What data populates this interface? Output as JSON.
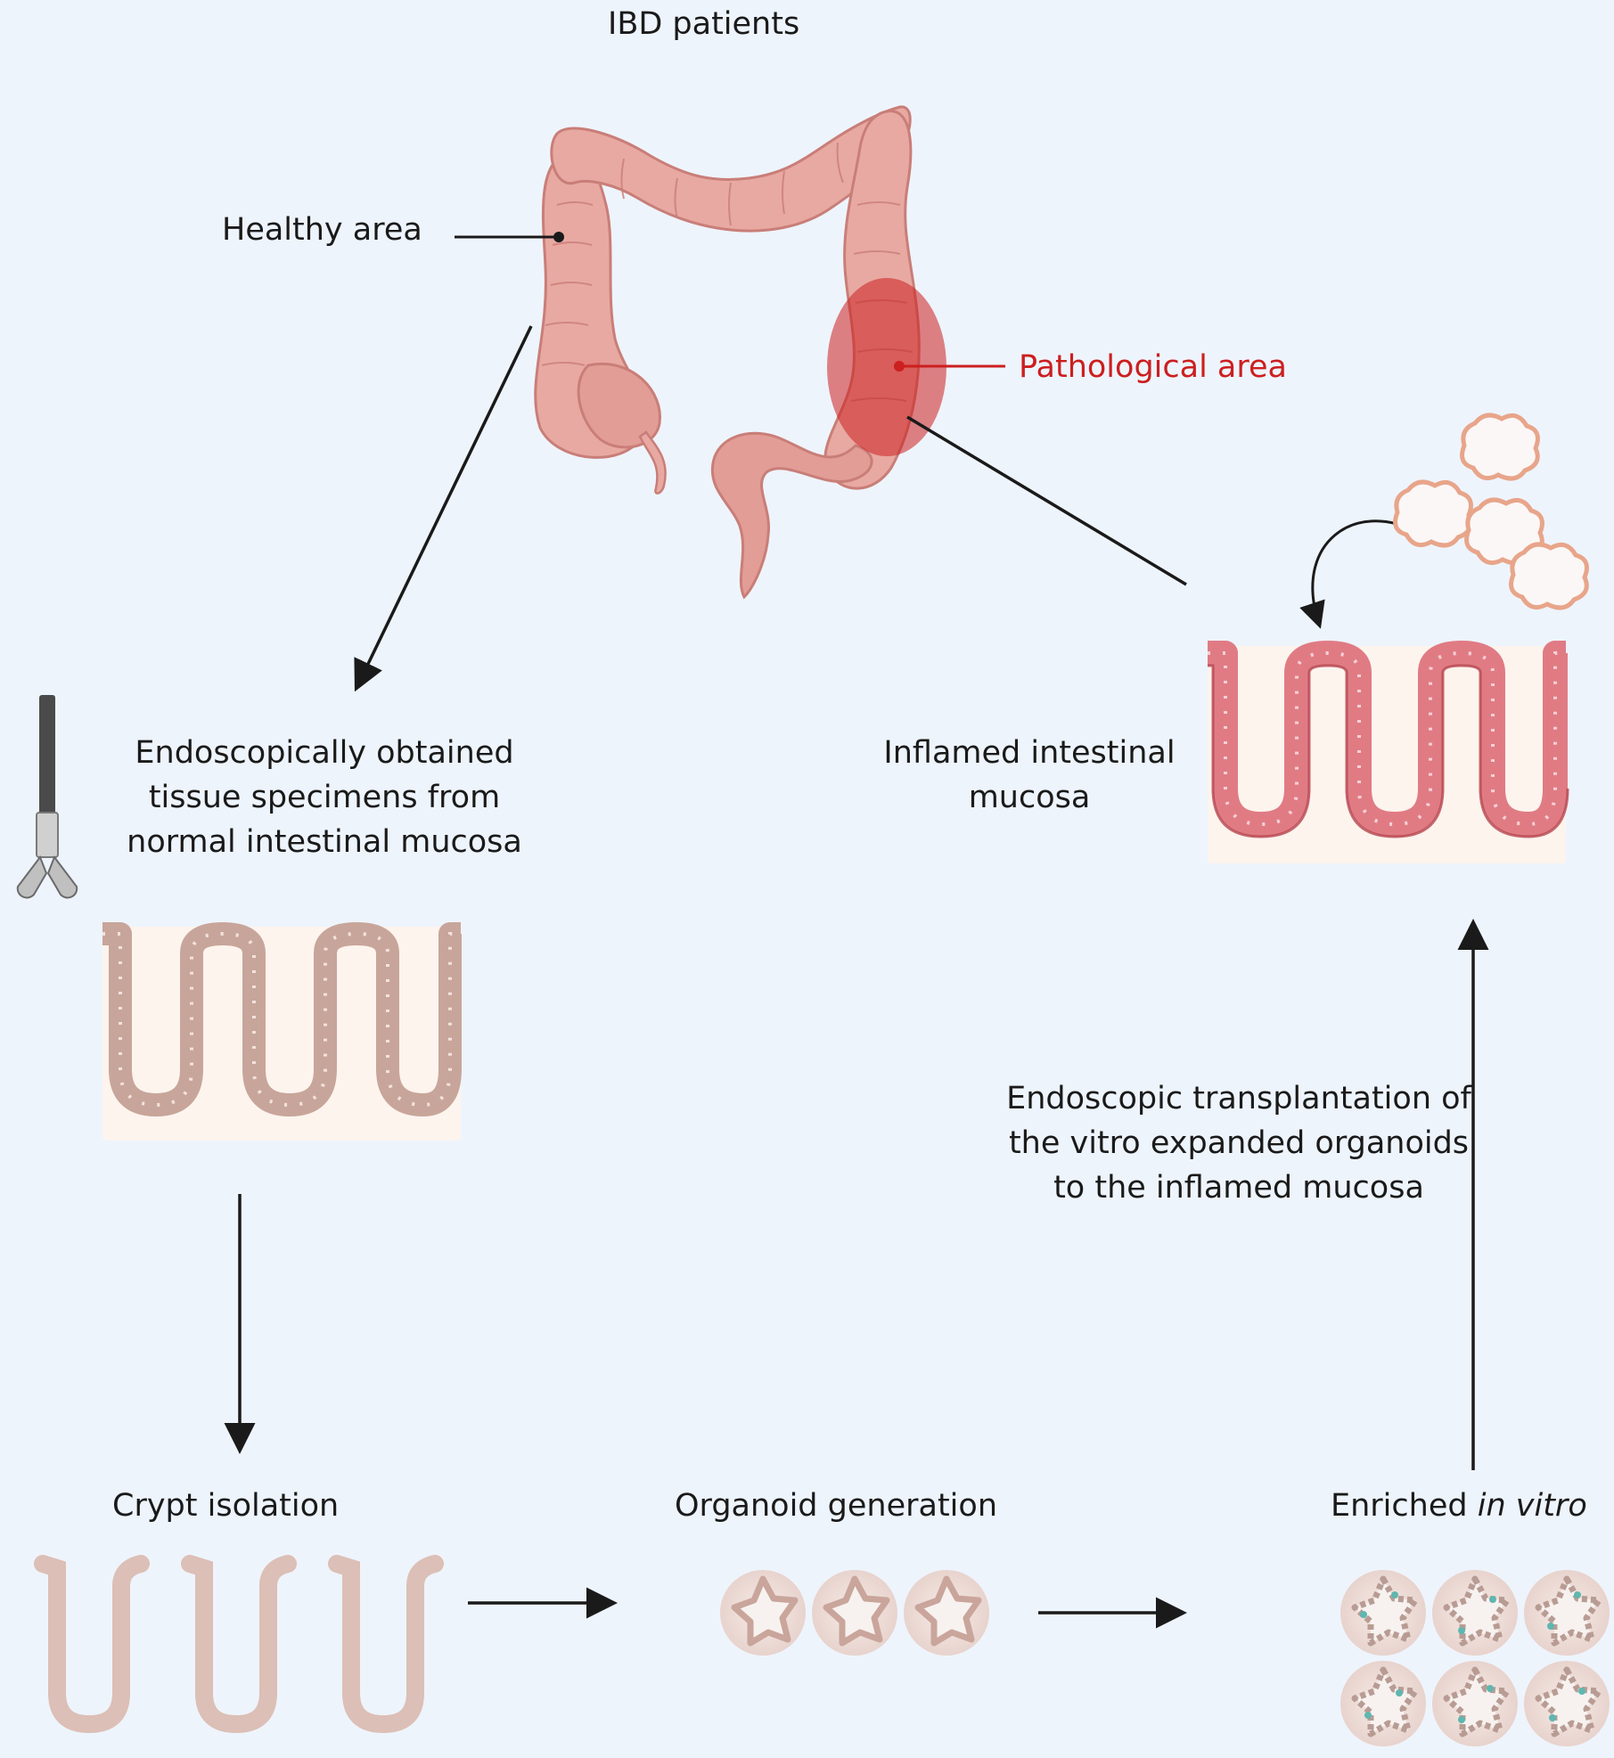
{
  "title": "IBD patients",
  "labels": {
    "healthy_area": "Healthy area",
    "pathological_area": "Pathological area",
    "specimens": [
      "Endoscopically obtained",
      "tissue specimens from",
      "normal intestinal mucosa"
    ],
    "inflamed": [
      "Inflamed intestinal",
      "mucosa"
    ],
    "transplantation": [
      "Endoscopic transplantation of",
      "the vitro expanded organoids",
      "to the inflamed mucosa"
    ],
    "crypt_isolation": "Crypt isolation",
    "organoid_generation": "Organoid generation",
    "enriched_prefix": "Enriched",
    "enriched_italic": "in vitro"
  },
  "colors": {
    "background": "#eef4fc",
    "colon": "#e8a9a2",
    "colon_outline": "#c97e78",
    "pathological": "#cc1f1f",
    "healthy_tissue": "#c8a59a",
    "inflamed_tissue": "#e07b84",
    "tissue_base": "#fdf4ee",
    "arrow": "#1a1a1a"
  }
}
